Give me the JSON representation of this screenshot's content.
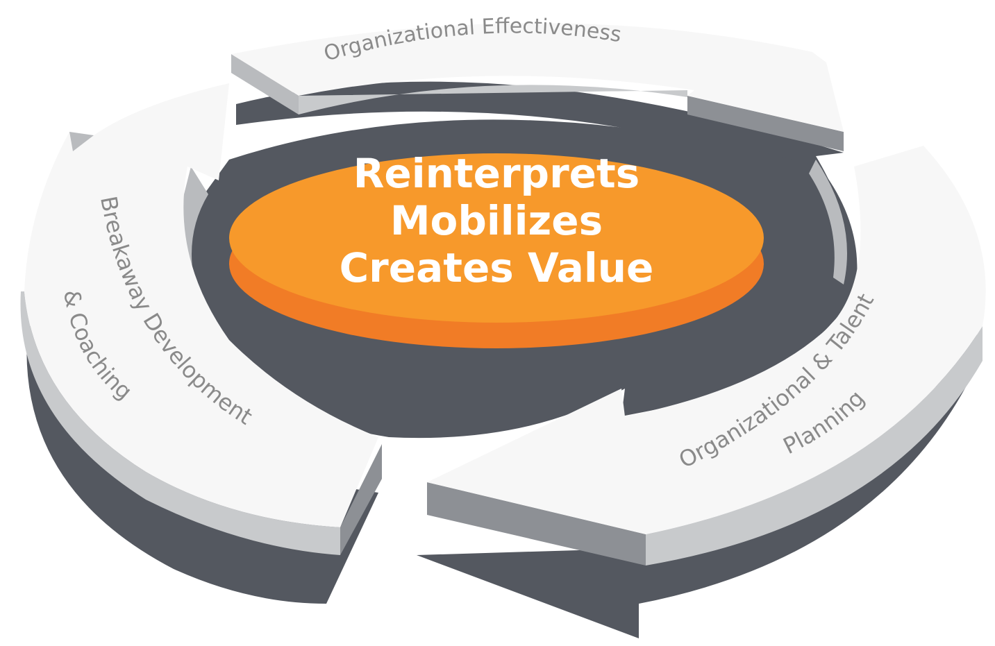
{
  "center": {
    "lines": [
      "Reinterprets",
      "Mobilizes",
      "Creates Value"
    ]
  },
  "segments": [
    {
      "label": "Organizational Effectiveness",
      "lines": [
        "Organizational Effectiveness"
      ]
    },
    {
      "label": "Organizational & Talent Planning",
      "lines": [
        "Organizational & Talent",
        "Planning"
      ]
    },
    {
      "label": "Breakaway Development & Coaching",
      "lines": [
        "Breakaway Development",
        "& Coaching"
      ]
    }
  ],
  "colors": {
    "arrow_top": "#f7f7f7",
    "arrow_side": "#b9bbbe",
    "arrow_shadow": "#545860",
    "disc_top": "#f7992b",
    "disc_rim": "#f17c26",
    "disc_shadow": "#545860",
    "label_text": "#8a8a8a",
    "center_text": "#ffffff"
  }
}
